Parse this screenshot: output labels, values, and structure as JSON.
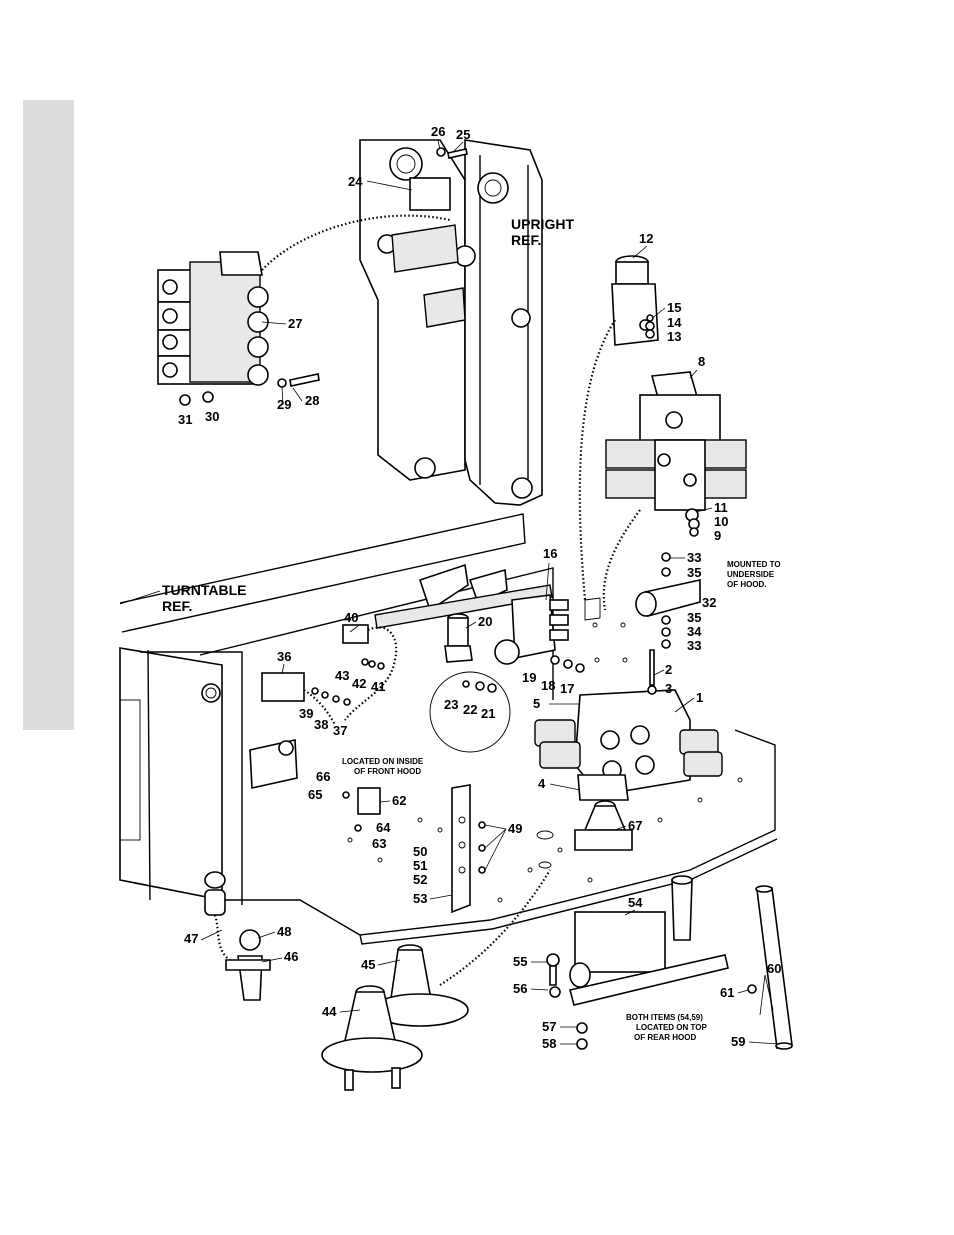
{
  "refs": {
    "upright": [
      "UPRIGHT",
      "REF."
    ],
    "turntable": [
      "TURNTABLE",
      "REF."
    ]
  },
  "notes": {
    "hood_underside": [
      "MOUNTED TO",
      "UNDERSIDE",
      "OF HOOD."
    ],
    "front_hood": [
      "LOCATED ON INSIDE",
      "OF FRONT HOOD"
    ],
    "rear_hood": [
      "BOTH ITEMS (54,59)",
      "LOCATED ON TOP",
      "OF REAR HOOD"
    ]
  },
  "callouts": [
    {
      "n": "26"
    },
    {
      "n": "25"
    },
    {
      "n": "24"
    },
    {
      "n": "27"
    },
    {
      "n": "31"
    },
    {
      "n": "30"
    },
    {
      "n": "29"
    },
    {
      "n": "28"
    },
    {
      "n": "12"
    },
    {
      "n": "15"
    },
    {
      "n": "14"
    },
    {
      "n": "13"
    },
    {
      "n": "8"
    },
    {
      "n": "11"
    },
    {
      "n": "10"
    },
    {
      "n": "9"
    },
    {
      "n": "33"
    },
    {
      "n": "35"
    },
    {
      "n": "32"
    },
    {
      "n": "35"
    },
    {
      "n": "34"
    },
    {
      "n": "33"
    },
    {
      "n": "16"
    },
    {
      "n": "20"
    },
    {
      "n": "40"
    },
    {
      "n": "36"
    },
    {
      "n": "43"
    },
    {
      "n": "42"
    },
    {
      "n": "41"
    },
    {
      "n": "39"
    },
    {
      "n": "38"
    },
    {
      "n": "37"
    },
    {
      "n": "19"
    },
    {
      "n": "18"
    },
    {
      "n": "17"
    },
    {
      "n": "2"
    },
    {
      "n": "3"
    },
    {
      "n": "1"
    },
    {
      "n": "5"
    },
    {
      "n": "23"
    },
    {
      "n": "22"
    },
    {
      "n": "21"
    },
    {
      "n": "4"
    },
    {
      "n": "66"
    },
    {
      "n": "65"
    },
    {
      "n": "62"
    },
    {
      "n": "64"
    },
    {
      "n": "63"
    },
    {
      "n": "49"
    },
    {
      "n": "67"
    },
    {
      "n": "50"
    },
    {
      "n": "51"
    },
    {
      "n": "52"
    },
    {
      "n": "53"
    },
    {
      "n": "47"
    },
    {
      "n": "48"
    },
    {
      "n": "46"
    },
    {
      "n": "45"
    },
    {
      "n": "44"
    },
    {
      "n": "54"
    },
    {
      "n": "55"
    },
    {
      "n": "56"
    },
    {
      "n": "57"
    },
    {
      "n": "58"
    },
    {
      "n": "60"
    },
    {
      "n": "61"
    },
    {
      "n": "59"
    }
  ]
}
